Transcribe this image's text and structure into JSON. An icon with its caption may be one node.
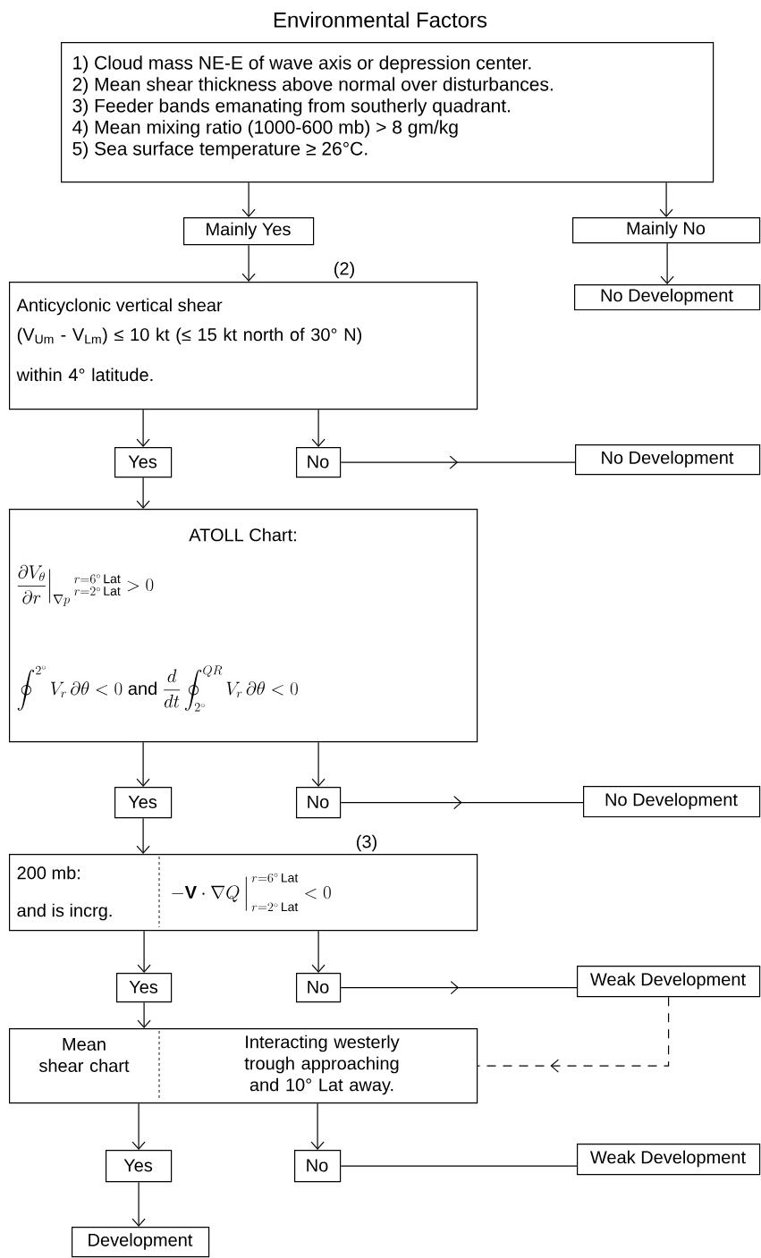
{
  "diagram": {
    "title": "Environmental Factors",
    "nodes": [
      {
        "text": [
          "1) Cloud mass NE-E of wave axis or depression center.",
          "2) Mean shear thickness above normal over disturbances.",
          "3) Feeder bands emanating from southerly quadrant.",
          "4) Mean mixing ratio (1000-600 mb) > 8 gm/kg",
          "5) Sea surface temperature ≥ 26°C."
        ]
      },
      {
        "text": [
          "Mainly Yes"
        ]
      },
      {
        "text": [
          "Mainly No"
        ]
      },
      {
        "text": [
          "No Development"
        ]
      },
      {
        "text": [
          "Anticyclonic vertical shear",
          "(V$_{Um}$ - V$_{Lm}$) ≤ 10 kt (≤ 15 kt north of 30° N) within 4° latitude."
        ],
        "beside": [
          "(2)"
        ]
      },
      {
        "text": [
          "Yes"
        ]
      },
      {
        "text": [
          "No"
        ]
      },
      {
        "text": [
          "No Development"
        ]
      },
      {
        "text": [
          "ATOLL Chart:",
          "\\frac{\\partial V_\\theta}{\\partial r}\\Big|_{\\nabla p}{}_{\\;r=2^\\circ\\,\\mathrm{Lat}}^{\\;r=6^\\circ\\,\\mathrm{Lat}} > 0",
          "\\oint^{2^\\circ} V_r\\,\\partial\\theta < 0 \\;\\mathrm{and}\\; \\frac{d}{dt}\\oint_{2^\\circ}^{QR} V_r\\,\\partial\\theta < 0"
        ]
      },
      {
        "text": [
          "Yes"
        ]
      },
      {
        "text": [
          "No"
        ]
      },
      {
        "text": [
          "No Development"
        ]
      },
      {
        "text": [
          "200 mb:",
          "and is incrg.",
          "-\\mathbf{V}\\cdot\\nabla Q\\,\\Big|_{\\,r=2^\\circ\\,\\mathrm{Lat}}^{\\,r=6^\\circ\\,\\mathrm{Lat}} < 0"
        ],
        "beside": [
          "(3)"
        ]
      },
      {
        "text": [
          "Yes"
        ]
      },
      {
        "text": [
          "No"
        ]
      },
      {
        "text": [
          "Weak Development"
        ]
      },
      {
        "text": [
          "Mean shear chart",
          "Interacting westerly trough approaching and 10° Lat away."
        ]
      },
      {
        "text": [
          "Yes"
        ]
      },
      {
        "text": [
          "No"
        ]
      },
      {
        "text": [
          "Weak Development"
        ]
      },
      {
        "text": [
          "Development"
        ]
      }
    ],
    "edges": [
      {
        "from": 0,
        "to": 1,
        "arrow": "to"
      },
      {
        "from": 0,
        "to": 2,
        "arrow": "to"
      },
      {
        "from": 2,
        "to": 3,
        "arrow": "to"
      },
      {
        "from": 1,
        "to": 4,
        "arrow": "to"
      },
      {
        "from": 4,
        "to": 5,
        "arrow": "to"
      },
      {
        "from": 4,
        "to": 6,
        "arrow": "to"
      },
      {
        "from": 6,
        "to": 7,
        "arrow": "to"
      },
      {
        "from": 5,
        "to": 8,
        "arrow": "to"
      },
      {
        "from": 8,
        "to": 9,
        "arrow": "to"
      },
      {
        "from": 8,
        "to": 10,
        "arrow": "to"
      },
      {
        "from": 10,
        "to": 11,
        "arrow": "to"
      },
      {
        "from": 9,
        "to": 12,
        "arrow": "to"
      },
      {
        "from": 12,
        "to": 13,
        "arrow": "to"
      },
      {
        "from": 12,
        "to": 14,
        "arrow": "to"
      },
      {
        "from": 14,
        "to": 15,
        "arrow": "to"
      },
      {
        "from": 13,
        "to": 16,
        "arrow": "to"
      },
      {
        "from": 15,
        "to": 16,
        "arrow": "to",
        "style": "dashed"
      },
      {
        "from": 16,
        "to": 17,
        "arrow": "to"
      },
      {
        "from": 16,
        "to": 18,
        "arrow": "to"
      },
      {
        "from": 18,
        "to": 19,
        "arrow": "none"
      },
      {
        "from": 17,
        "to": 20,
        "arrow": "to"
      }
    ]
  }
}
